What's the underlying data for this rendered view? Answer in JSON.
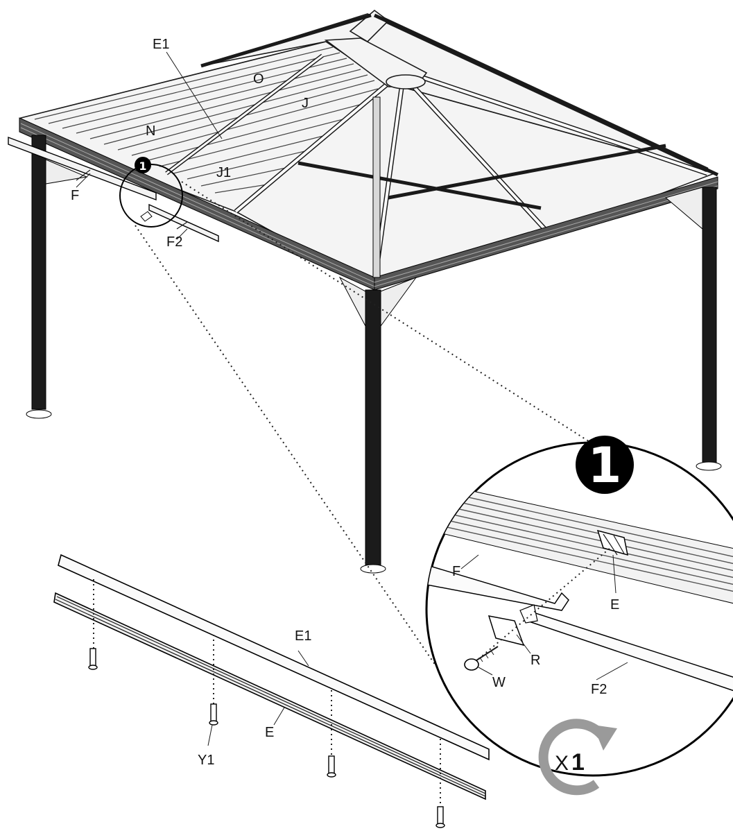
{
  "labels": {
    "e1_top": "E1",
    "o": "O",
    "j": "J",
    "n": "N",
    "j1": "J1",
    "f_left": "F",
    "f2_left": "F2",
    "f_detail": "F",
    "e_detail": "E",
    "r_detail": "R",
    "w_detail": "W",
    "f2_detail": "F2",
    "e1_bottom": "E1",
    "e_bottom": "E",
    "y1_bottom": "Y1"
  },
  "step": {
    "badge_small": "1",
    "badge_large": "1"
  },
  "quantity": {
    "prefix": "X",
    "count": "1"
  },
  "colors": {
    "ink": "#1a1a1a",
    "post": "#1b1b1b",
    "rotate_arrow": "#9a9a9a"
  },
  "icons": [
    "rotate-clockwise-icon",
    "screw-icon",
    "washer-icon"
  ]
}
